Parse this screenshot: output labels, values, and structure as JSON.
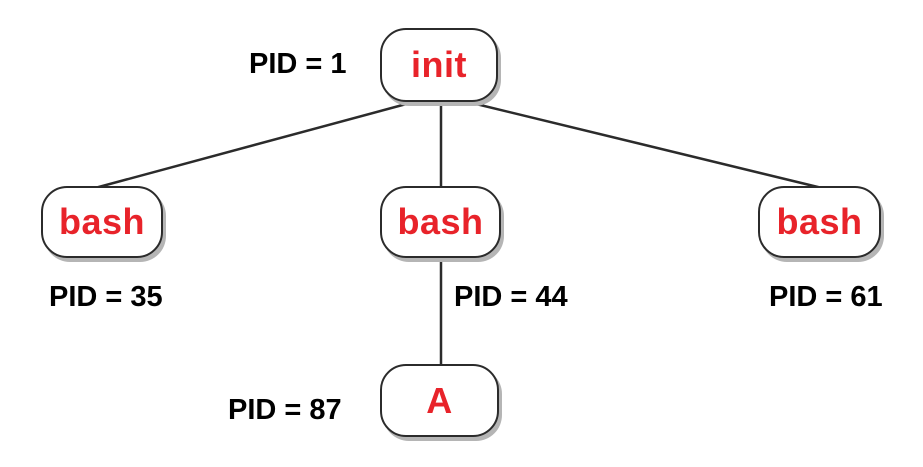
{
  "colors": {
    "node_text": "#e8232a",
    "label_text": "#000000",
    "edge": "#2b2b2b"
  },
  "tree": {
    "root": {
      "name": "init",
      "pid_label": "PID = 1"
    },
    "children": [
      {
        "name": "bash",
        "pid_label": "PID = 35"
      },
      {
        "name": "bash",
        "pid_label": "PID = 44"
      },
      {
        "name": "bash",
        "pid_label": "PID = 61"
      }
    ],
    "grandchild": {
      "name": "A",
      "pid_label": "PID = 87"
    }
  }
}
